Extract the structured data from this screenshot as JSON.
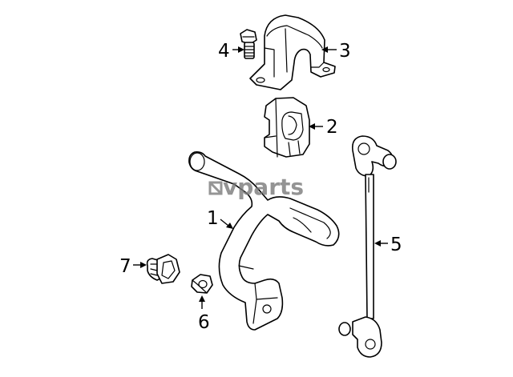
{
  "watermark": {
    "text": "vparts"
  },
  "callouts": [
    {
      "id": "1",
      "label": "1"
    },
    {
      "id": "2",
      "label": "2"
    },
    {
      "id": "3",
      "label": "3"
    },
    {
      "id": "4",
      "label": "4"
    },
    {
      "id": "5",
      "label": "5"
    },
    {
      "id": "6",
      "label": "6"
    },
    {
      "id": "7",
      "label": "7"
    }
  ],
  "icons": {
    "stabilizer_bar": "stabilizer-bar-icon",
    "bushing": "bushing-icon",
    "bracket": "bracket-icon",
    "bolt": "bolt-icon",
    "link": "stabilizer-link-icon",
    "nut": "nut-icon",
    "bolt_7": "bolt-icon"
  },
  "colors": {
    "line": "#000000",
    "watermark": "#7a7a7a",
    "background": "#ffffff"
  }
}
